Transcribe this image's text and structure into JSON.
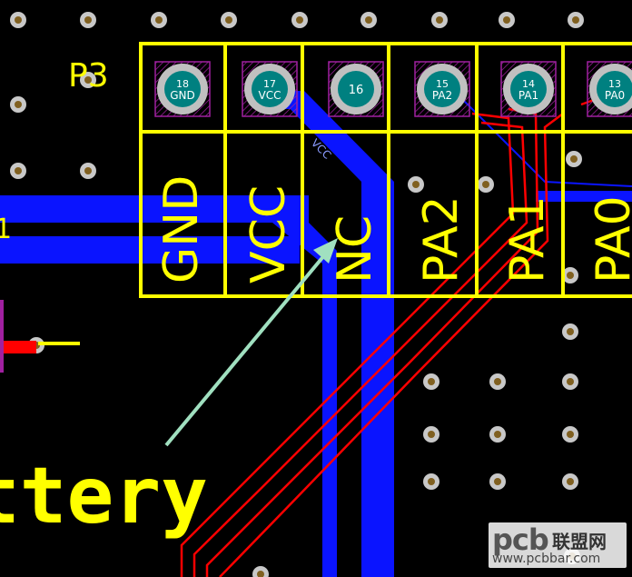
{
  "component": {
    "designator": "P3",
    "pins": [
      {
        "number": "18",
        "net": "GND",
        "label": "GND"
      },
      {
        "number": "17",
        "net": "VCC",
        "label": "VCC"
      },
      {
        "number": "16",
        "net": "",
        "label": "NC"
      },
      {
        "number": "15",
        "net": "PA2",
        "label": "PA2"
      },
      {
        "number": "14",
        "net": "PA1",
        "label": "PA1"
      },
      {
        "number": "13",
        "net": "PA0",
        "label": "PA0"
      }
    ]
  },
  "trace_label": "VCC",
  "silk_text": "ttery",
  "colors": {
    "background": "#000000",
    "silkscreen": "#ffff00",
    "bottom_copper": "#0a14ff",
    "top_copper": "#ff0000",
    "pad_ring": "#c0c0c0",
    "pad_hole": "#008080",
    "pad_mask": "#a020a0",
    "arrow": "#a0e0c0",
    "via_ring": "#c8c8c8",
    "via_hole": "#806020"
  },
  "watermark": {
    "logo": "pcb",
    "cn": "联盟网",
    "url": "www.pcbbar.com"
  }
}
